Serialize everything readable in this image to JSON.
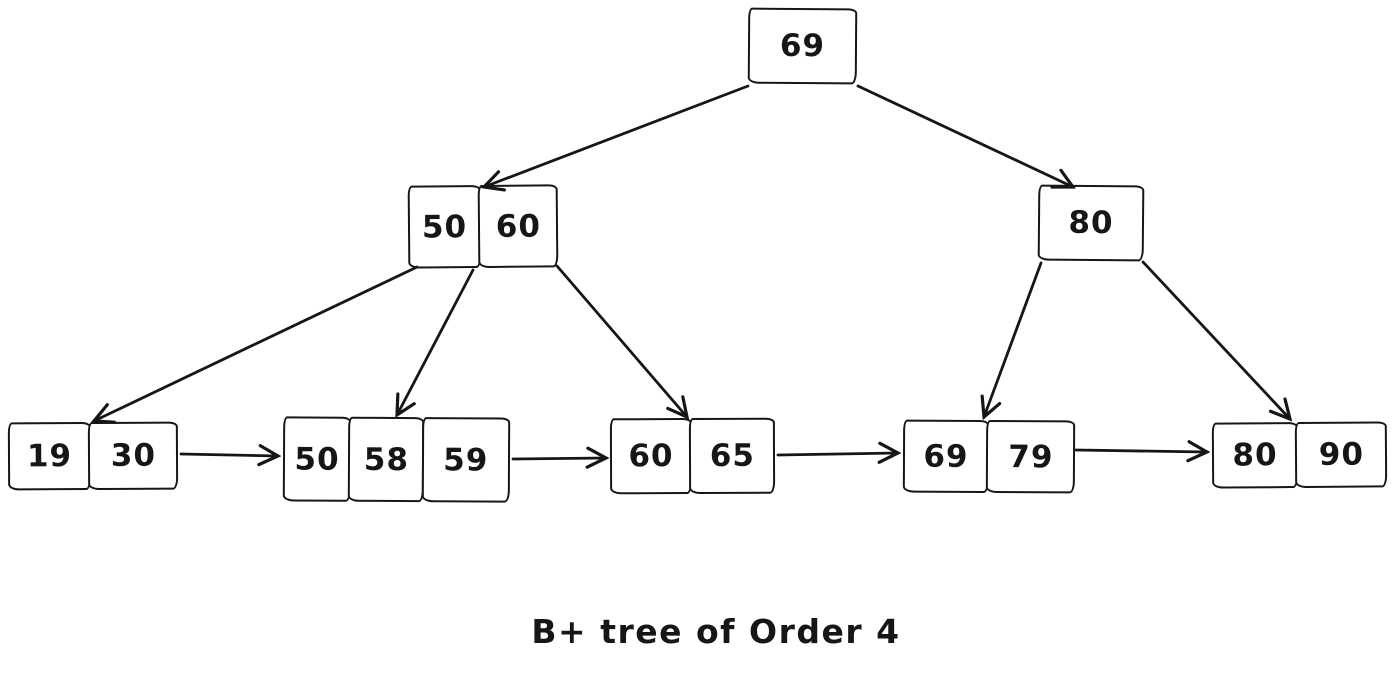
{
  "caption": "B+ tree of Order 4",
  "colors": {
    "ink": "#161616",
    "background": "#ffffff"
  },
  "diagram_type": "b-plus-tree",
  "tree": {
    "order": 4,
    "root": {
      "keys": [
        "69"
      ]
    },
    "internal_left": {
      "keys": [
        "50",
        "60"
      ]
    },
    "internal_right": {
      "keys": [
        "80"
      ]
    },
    "leaf_1": {
      "keys": [
        "19",
        "30"
      ]
    },
    "leaf_2": {
      "keys": [
        "50",
        "58",
        "59"
      ]
    },
    "leaf_3": {
      "keys": [
        "60",
        "65"
      ]
    },
    "leaf_4": {
      "keys": [
        "69",
        "79"
      ]
    },
    "leaf_5": {
      "keys": [
        "80",
        "90"
      ]
    }
  },
  "edges": [
    {
      "from": "root",
      "to": "internal_left"
    },
    {
      "from": "root",
      "to": "internal_right"
    },
    {
      "from": "internal_left",
      "to": "leaf_1"
    },
    {
      "from": "internal_left",
      "to": "leaf_2"
    },
    {
      "from": "internal_left",
      "to": "leaf_3"
    },
    {
      "from": "internal_right",
      "to": "leaf_4"
    },
    {
      "from": "internal_right",
      "to": "leaf_5"
    },
    {
      "from": "leaf_1",
      "to": "leaf_2",
      "type": "sibling-link"
    },
    {
      "from": "leaf_2",
      "to": "leaf_3",
      "type": "sibling-link"
    },
    {
      "from": "leaf_3",
      "to": "leaf_4",
      "type": "sibling-link"
    },
    {
      "from": "leaf_4",
      "to": "leaf_5",
      "type": "sibling-link"
    }
  ]
}
